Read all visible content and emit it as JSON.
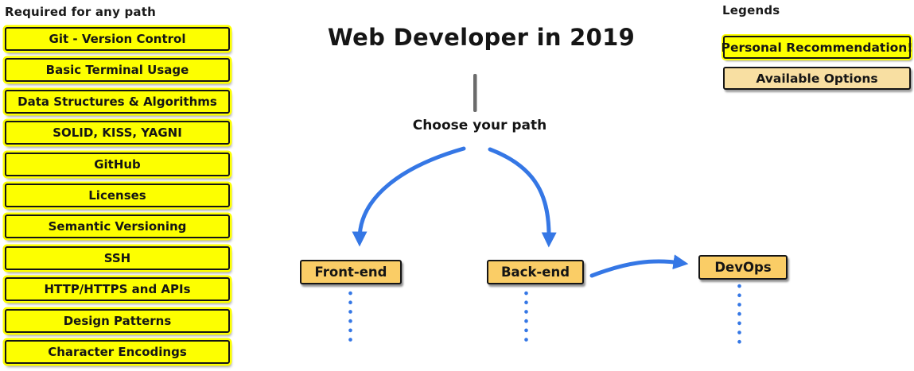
{
  "left_column": {
    "header": "Required for any path",
    "items": [
      "Git - Version Control",
      "Basic Terminal Usage",
      "Data Structures & Algorithms",
      "SOLID, KISS, YAGNI",
      "GitHub",
      "Licenses",
      "Semantic Versioning",
      "SSH",
      "HTTP/HTTPS and APIs",
      "Design Patterns",
      "Character Encodings"
    ]
  },
  "center": {
    "title": "Web Developer in 2019",
    "subtitle": "Choose your path",
    "paths": [
      "Front-end",
      "Back-end",
      "DevOps"
    ]
  },
  "legend": {
    "header": "Legends",
    "items": [
      {
        "label": "Personal Recommendation!",
        "color": "#FDFF00"
      },
      {
        "label": "Available Options",
        "color": "#F8DFA2"
      }
    ]
  },
  "colors": {
    "required_box_yellow": "#FDFF00",
    "path_box_tan": "#FACD66",
    "legend_available_tan": "#F8DFA2",
    "arrow_blue": "#3577E5",
    "divider_gray": "#6B6B6B",
    "border_black": "#151515"
  }
}
